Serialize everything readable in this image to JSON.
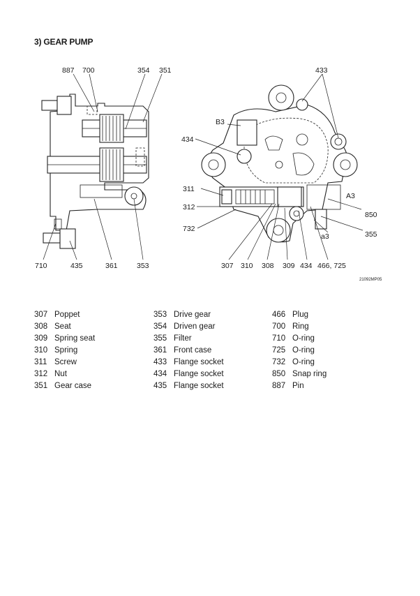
{
  "title": "3) GEAR PUMP",
  "figure_code": "21092MP05",
  "left_view_labels": [
    "887",
    "700",
    "354",
    "351",
    "710",
    "435",
    "361",
    "353"
  ],
  "right_view_labels": [
    "433",
    "B3",
    "434",
    "311",
    "312",
    "732",
    "A3",
    "850",
    "355",
    "a3",
    "307",
    "310",
    "308",
    "309",
    "434",
    "466, 725"
  ],
  "parts": {
    "col1": [
      {
        "num": "307",
        "name": "Poppet"
      },
      {
        "num": "308",
        "name": "Seat"
      },
      {
        "num": "309",
        "name": "Spring seat"
      },
      {
        "num": "310",
        "name": "Spring"
      },
      {
        "num": "311",
        "name": "Screw"
      },
      {
        "num": "312",
        "name": "Nut"
      },
      {
        "num": "351",
        "name": "Gear case"
      }
    ],
    "col2": [
      {
        "num": "353",
        "name": "Drive gear"
      },
      {
        "num": "354",
        "name": "Driven gear"
      },
      {
        "num": "355",
        "name": "Filter"
      },
      {
        "num": "361",
        "name": "Front case"
      },
      {
        "num": "433",
        "name": "Flange socket"
      },
      {
        "num": "434",
        "name": "Flange socket"
      },
      {
        "num": "435",
        "name": "Flange socket"
      }
    ],
    "col3": [
      {
        "num": "466",
        "name": "Plug"
      },
      {
        "num": "700",
        "name": "Ring"
      },
      {
        "num": "710",
        "name": "O-ring"
      },
      {
        "num": "725",
        "name": "O-ring"
      },
      {
        "num": "732",
        "name": "O-ring"
      },
      {
        "num": "850",
        "name": "Snap ring"
      },
      {
        "num": "887",
        "name": "Pin"
      }
    ]
  }
}
